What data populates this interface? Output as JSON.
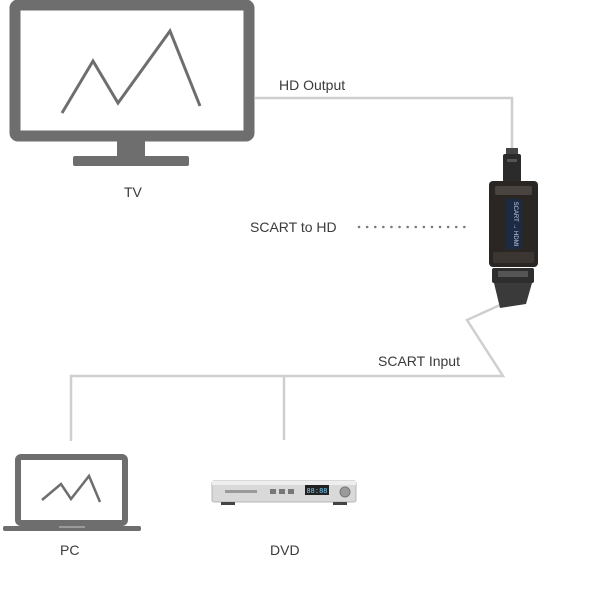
{
  "labels": {
    "tv": "TV",
    "hd_output": "HD Output",
    "scart_to_hd": "SCART to HD",
    "scart_input": "SCART Input",
    "pc": "PC",
    "dvd": "DVD"
  },
  "device_markings": {
    "adapter_label": "SCART → HDMI",
    "dvd_display": "88:88"
  },
  "icons": [
    "tv-icon",
    "hdmi-plug-icon",
    "scart-adapter-icon",
    "scart-plug-icon",
    "laptop-icon",
    "dvd-player-icon"
  ],
  "colors": {
    "device_gray": "#6e6e6e",
    "cable": "#cfcfcf",
    "adapter": "#2a2624",
    "text": "#3a3a3a",
    "dvd_body": "#d9d9d9"
  }
}
